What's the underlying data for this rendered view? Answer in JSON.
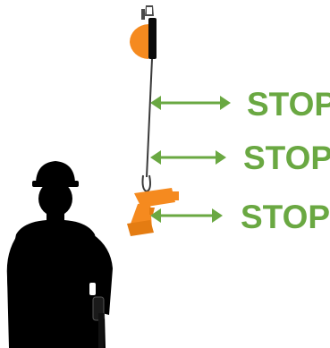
{
  "labels": {
    "stop_1": "STOP",
    "stop_2": "STOP",
    "stop_3": "STOP"
  },
  "icons": {
    "worker": "worker-silhouette-icon",
    "retractor": "self-retracting-reel-icon",
    "tool": "cordless-drill-icon",
    "arrow": "double-headed-arrow-icon"
  },
  "colors": {
    "label": "#6aa842",
    "arrow": "#6aa842",
    "accent": "#f58a1f",
    "silhouette": "#000000",
    "lanyard": "#3a3a3a"
  }
}
